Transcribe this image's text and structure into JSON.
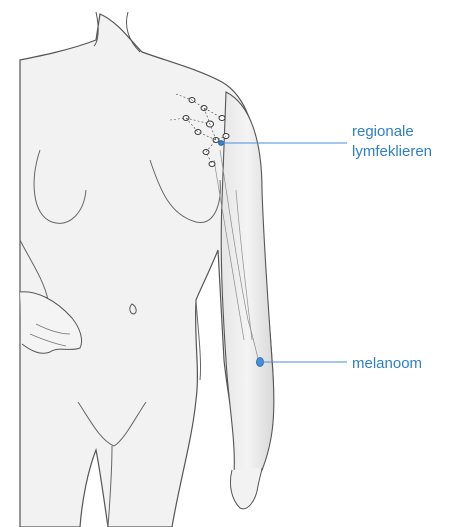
{
  "labels": {
    "regional_lymph_nodes": [
      "regionale",
      "lymfeklieren"
    ],
    "melanoma": "melanoom"
  },
  "colors": {
    "label": "#2f7fc8",
    "leader_line": "#4a90d9",
    "outline": "#555555",
    "skin": "#f1f1f1"
  },
  "icons": {
    "figure": "female-torso-illustration"
  }
}
